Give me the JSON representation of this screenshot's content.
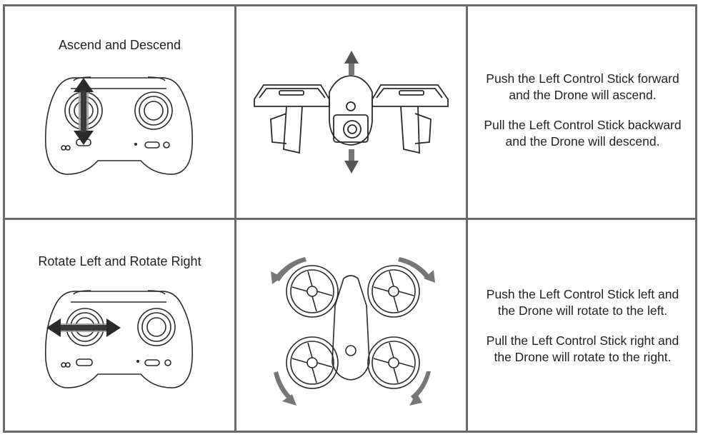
{
  "rows": [
    {
      "title": "Ascend and Descend",
      "desc": [
        [
          "Push the Left Control Stick forward",
          "and the Drone will ascend."
        ],
        [
          "Pull the Left Control Stick backward",
          "and the Drone will descend."
        ]
      ]
    },
    {
      "title": "Rotate Left and Rotate Right",
      "desc": [
        [
          "Push the Left Control Stick left and",
          "the Drone will rotate to the left."
        ],
        [
          "Pull the Left Control Stick right and",
          "the Drone will rotate to the right."
        ]
      ]
    }
  ],
  "icons": [
    "controller-icon",
    "up-down-arrow-icon",
    "drone-front-view-icon",
    "left-right-arrow-icon",
    "drone-top-view-icon",
    "rotation-arrow-icon"
  ],
  "colors": {
    "border": "#6a6a6a",
    "line_art": "#2a2a2a",
    "arrow": "#555555"
  }
}
